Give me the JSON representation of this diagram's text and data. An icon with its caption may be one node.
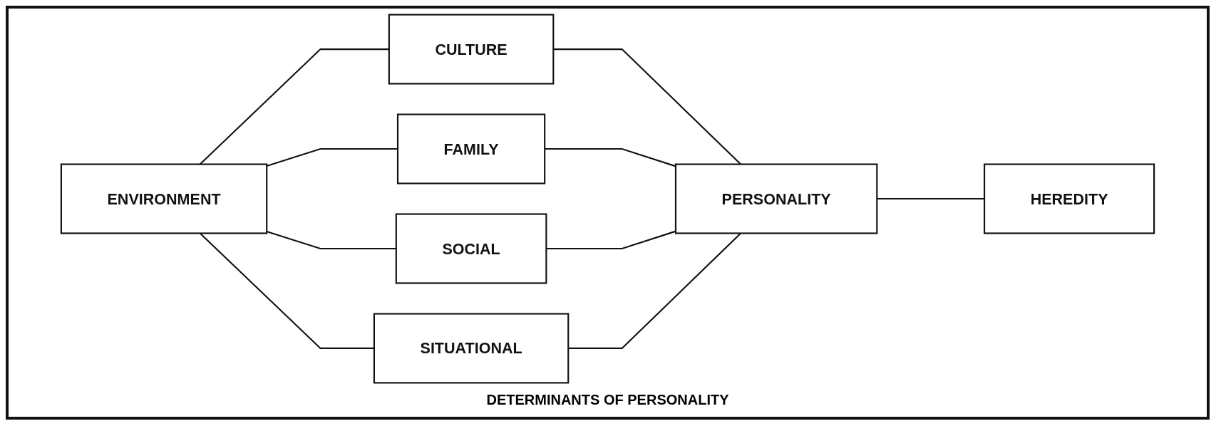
{
  "diagram": {
    "caption": "DETERMINANTS OF PERSONALITY",
    "nodes": [
      {
        "text": [
          "ENVIRONMENT"
        ]
      },
      {
        "text": [
          "CULTURE"
        ]
      },
      {
        "text": [
          "FAMILY"
        ]
      },
      {
        "text": [
          "SOCIAL"
        ]
      },
      {
        "text": [
          "SITUATIONAL"
        ]
      },
      {
        "text": [
          "PERSONALITY"
        ]
      },
      {
        "text": [
          "HEREDITY"
        ]
      }
    ],
    "edges": [
      {
        "from": 0,
        "to": 1,
        "arrow": "none"
      },
      {
        "from": 0,
        "to": 2,
        "arrow": "none"
      },
      {
        "from": 0,
        "to": 3,
        "arrow": "none"
      },
      {
        "from": 0,
        "to": 4,
        "arrow": "none"
      },
      {
        "from": 1,
        "to": 5,
        "arrow": "none"
      },
      {
        "from": 2,
        "to": 5,
        "arrow": "none"
      },
      {
        "from": 3,
        "to": 5,
        "arrow": "none"
      },
      {
        "from": 4,
        "to": 5,
        "arrow": "none"
      },
      {
        "from": 5,
        "to": 6,
        "arrow": "none"
      }
    ]
  }
}
